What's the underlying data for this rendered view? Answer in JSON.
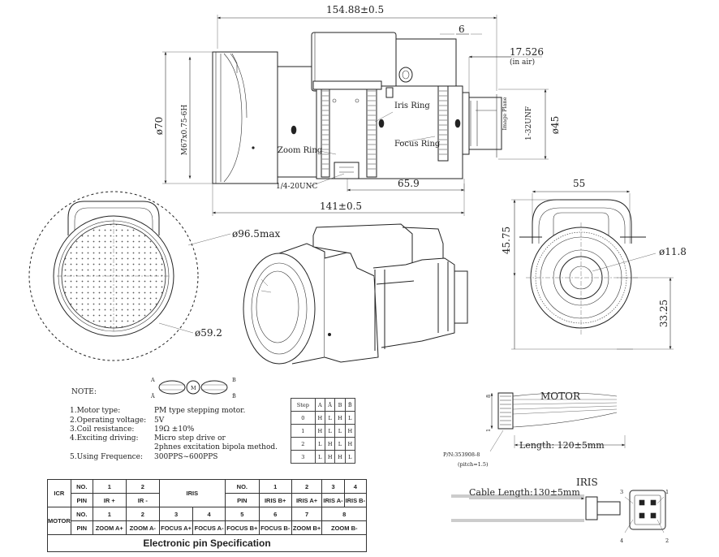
{
  "dimensions": {
    "overall_length": "154.88±0.5",
    "flange_offset": "6",
    "back_focus": "17.526",
    "back_focus_note": "(in air)",
    "front_dia": "ø70",
    "thread": "M67x0.75-6H",
    "rear_dia": "ø45",
    "mount_thread": "1-32UNF",
    "image_plane": "Image Plane",
    "tripod_thread": "1/4-20UNC",
    "tripod_to_rear": "65.9",
    "body_length": "141±0.5",
    "max_dia": "ø96.5max",
    "window_dia": "ø59.2",
    "rear_width": "55",
    "rear_height": "45.75",
    "rear_center_height": "33.25",
    "rear_bore": "ø11.8"
  },
  "labels": {
    "zoom_ring": "Zoom Ring",
    "iris_ring": "Iris Ring",
    "focus_ring": "Focus Ring"
  },
  "motor_symbol": {
    "top_left": "A",
    "top_right": "B",
    "bottom_left": "Ā",
    "bottom_right": "B̄",
    "center": "M"
  },
  "notes": {
    "title": "NOTE:",
    "items": [
      {
        "label": "1.Motor type:",
        "value": "PM type stepping motor."
      },
      {
        "label": "2.Operating voltage:",
        "value": "5V"
      },
      {
        "label": "3.Coil resistance:",
        "value": "19Ω ±10%"
      },
      {
        "label": "4.Exciting driving:",
        "value": "Micro step drive or"
      },
      {
        "label": "",
        "value": "2phnes excitation bipola method."
      },
      {
        "label": "5.Using Frequence:",
        "value": "300PPS~600PPS"
      }
    ]
  },
  "step_table": {
    "headers": [
      "Step",
      "A",
      "Ā",
      "B",
      "B̄"
    ],
    "rows": [
      [
        "0",
        "H",
        "L",
        "H",
        "L"
      ],
      [
        "1",
        "H",
        "L",
        "L",
        "H"
      ],
      [
        "2",
        "L",
        "H",
        "L",
        "H"
      ],
      [
        "3",
        "L",
        "H",
        "H",
        "L"
      ]
    ]
  },
  "pin_table": {
    "icr": {
      "group": "ICR",
      "no": "NO.",
      "pin": "PIN",
      "no1": "1",
      "no2": "2",
      "pin1": "IR +",
      "pin2": "IR -"
    },
    "iris": {
      "group": "IRIS",
      "no": "NO.",
      "pin": "PIN",
      "cols": [
        {
          "no": "1",
          "pin": "IRIS B+"
        },
        {
          "no": "2",
          "pin": "IRIS A+"
        },
        {
          "no": "3",
          "pin": "IRIS A-"
        },
        {
          "no": "4",
          "pin": "IRIS B-"
        }
      ]
    },
    "motor": {
      "group": "MOTOR",
      "no": "NO.",
      "pin": "PIN",
      "cols": [
        {
          "no": "1",
          "pin": "ZOOM A+"
        },
        {
          "no": "2",
          "pin": "ZOOM A-"
        },
        {
          "no": "3",
          "pin": "FOCUS A+"
        },
        {
          "no": "4",
          "pin": "FOCUS A-"
        },
        {
          "no": "5",
          "pin": "FOCUS B+"
        },
        {
          "no": "6",
          "pin": "FOCUS B-"
        },
        {
          "no": "7",
          "pin": "ZOOM B+"
        },
        {
          "no": "8",
          "pin": "ZOOM B-"
        }
      ]
    },
    "caption": "Electronic pin  Specification"
  },
  "motor_connector": {
    "title": "MOTOR",
    "pin_first": "1",
    "pin_last": "8",
    "part_number": "P/N:353908-8",
    "pitch": "(pitch=1.5)",
    "length": "Length: 120±5mm"
  },
  "iris_connector": {
    "title": "IRIS",
    "cable_length": "Cable Length:130±5mm",
    "pins": [
      "3",
      "1",
      "4",
      "2"
    ]
  }
}
